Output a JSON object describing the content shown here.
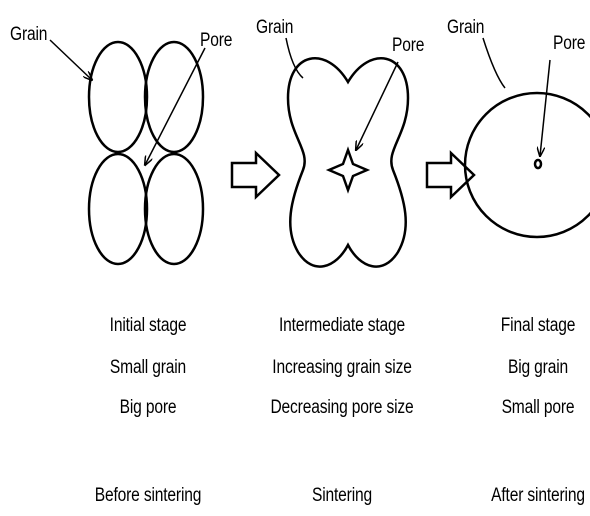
{
  "panels": [
    {
      "grain_label": "Grain",
      "pore_label": "Pore",
      "stage": "Initial stage",
      "grain_desc": "Small grain",
      "pore_desc": "Big pore",
      "phase": "Before sintering"
    },
    {
      "grain_label": "Grain",
      "pore_label": "Pore",
      "stage": "Intermediate stage",
      "grain_desc": "Increasing grain size",
      "pore_desc": "Decreasing pore size",
      "phase": "Sintering"
    },
    {
      "grain_label": "Grain",
      "pore_label": "Pore",
      "stage": "Final stage",
      "grain_desc": "Big grain",
      "pore_desc": "Small pore",
      "phase": "After sintering"
    }
  ],
  "colors": {
    "line": "#000000",
    "background": "#ffffff"
  }
}
